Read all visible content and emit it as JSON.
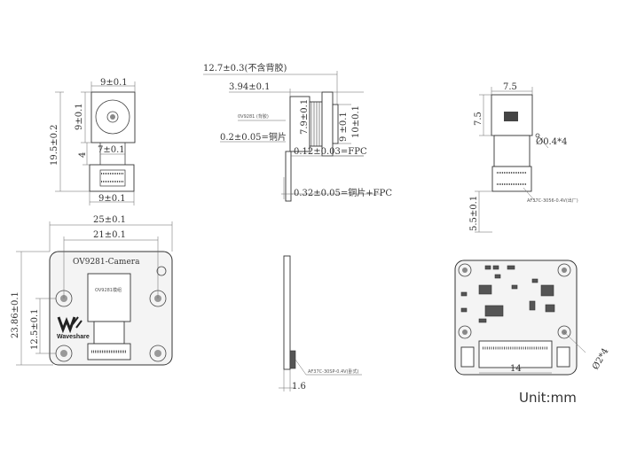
{
  "top_left": {
    "dim_lens_top": "9±0.1",
    "dim_lens_height": "9±0.1",
    "dim_total_height": "19.5±0.2",
    "dim_gap": "4",
    "dim_lens_mid": "7±0.1",
    "dim_bottom_width": "9±0.1"
  },
  "top_middle": {
    "dim_total_length": "12.7±0.3(不含背胶)",
    "dim_lens_length": "3.94±0.1",
    "dim_d1": "7.9±0.1",
    "dim_d2": "9 ±0.1",
    "dim_d3": "10±0.1",
    "dim_copper": "0.2±0.05=铜片",
    "dim_fpc": "0.12±0.03=FPC",
    "dim_copper_fpc": "0.32±0.05=铜片+FPC",
    "callout_tiny": "0V9281 (背胶)"
  },
  "top_right": {
    "dim_width": "7.5",
    "dim_height": "7.5",
    "dim_hole": "Ø0.4*4",
    "dim_fpc_len": "5.5±0.1",
    "connector_label": "AF37C-3056-0.4V(出厂)"
  },
  "bottom_left": {
    "dim_outer_width": "25±0.1",
    "dim_inner_width": "21±0.1",
    "dim_board_height": "23.86±0.1",
    "dim_hole_offset": "12.5±0.1",
    "board_label": "OV9281-Camera",
    "brand": "Waveshare",
    "sensor_label": "OV9281模组"
  },
  "bottom_middle": {
    "dim_thickness": "1.6",
    "connector_label": "AF37C-30SP-0.4V(卧式)"
  },
  "bottom_right": {
    "dim_connector": "14",
    "dim_holes": "Ø2*4"
  },
  "unit_label": "Unit:mm"
}
